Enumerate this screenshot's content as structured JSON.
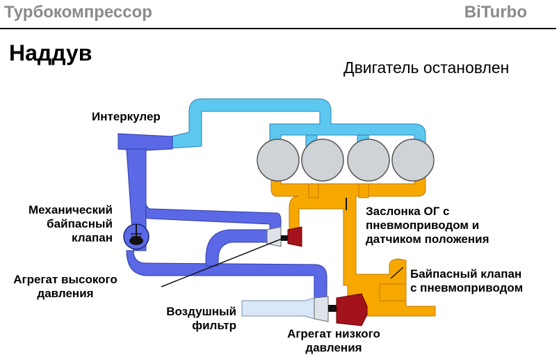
{
  "header": {
    "left": "Турбокомпрессор",
    "right": "BiTurbo"
  },
  "title": "Наддув",
  "status": "Двигатель остановлен",
  "labels": {
    "intercooler": "Интеркулер",
    "mech_bypass": [
      "Механический",
      "байпасный",
      "клапан"
    ],
    "hp_unit": [
      "Агрегат высокого",
      "давления"
    ],
    "air_filter": [
      "Воздушный",
      "фильтр"
    ],
    "lp_unit": [
      "Агрегат низкого",
      "давления"
    ],
    "exhaust_flap": [
      "Заслонка ОГ с",
      "пневмоприводом и",
      "датчиком положения"
    ],
    "bypass_valve": [
      "Байпасный клапан",
      "с пневмоприводом"
    ]
  },
  "colors": {
    "charge_air": "#5b69e6",
    "cooled_air": "#5cc8f0",
    "exhaust": "#f7a800",
    "turbine": "#a3131b",
    "compressor": "#dde3e8",
    "filter": "#d8e8f8",
    "cylinder": "#cfd2d6"
  }
}
